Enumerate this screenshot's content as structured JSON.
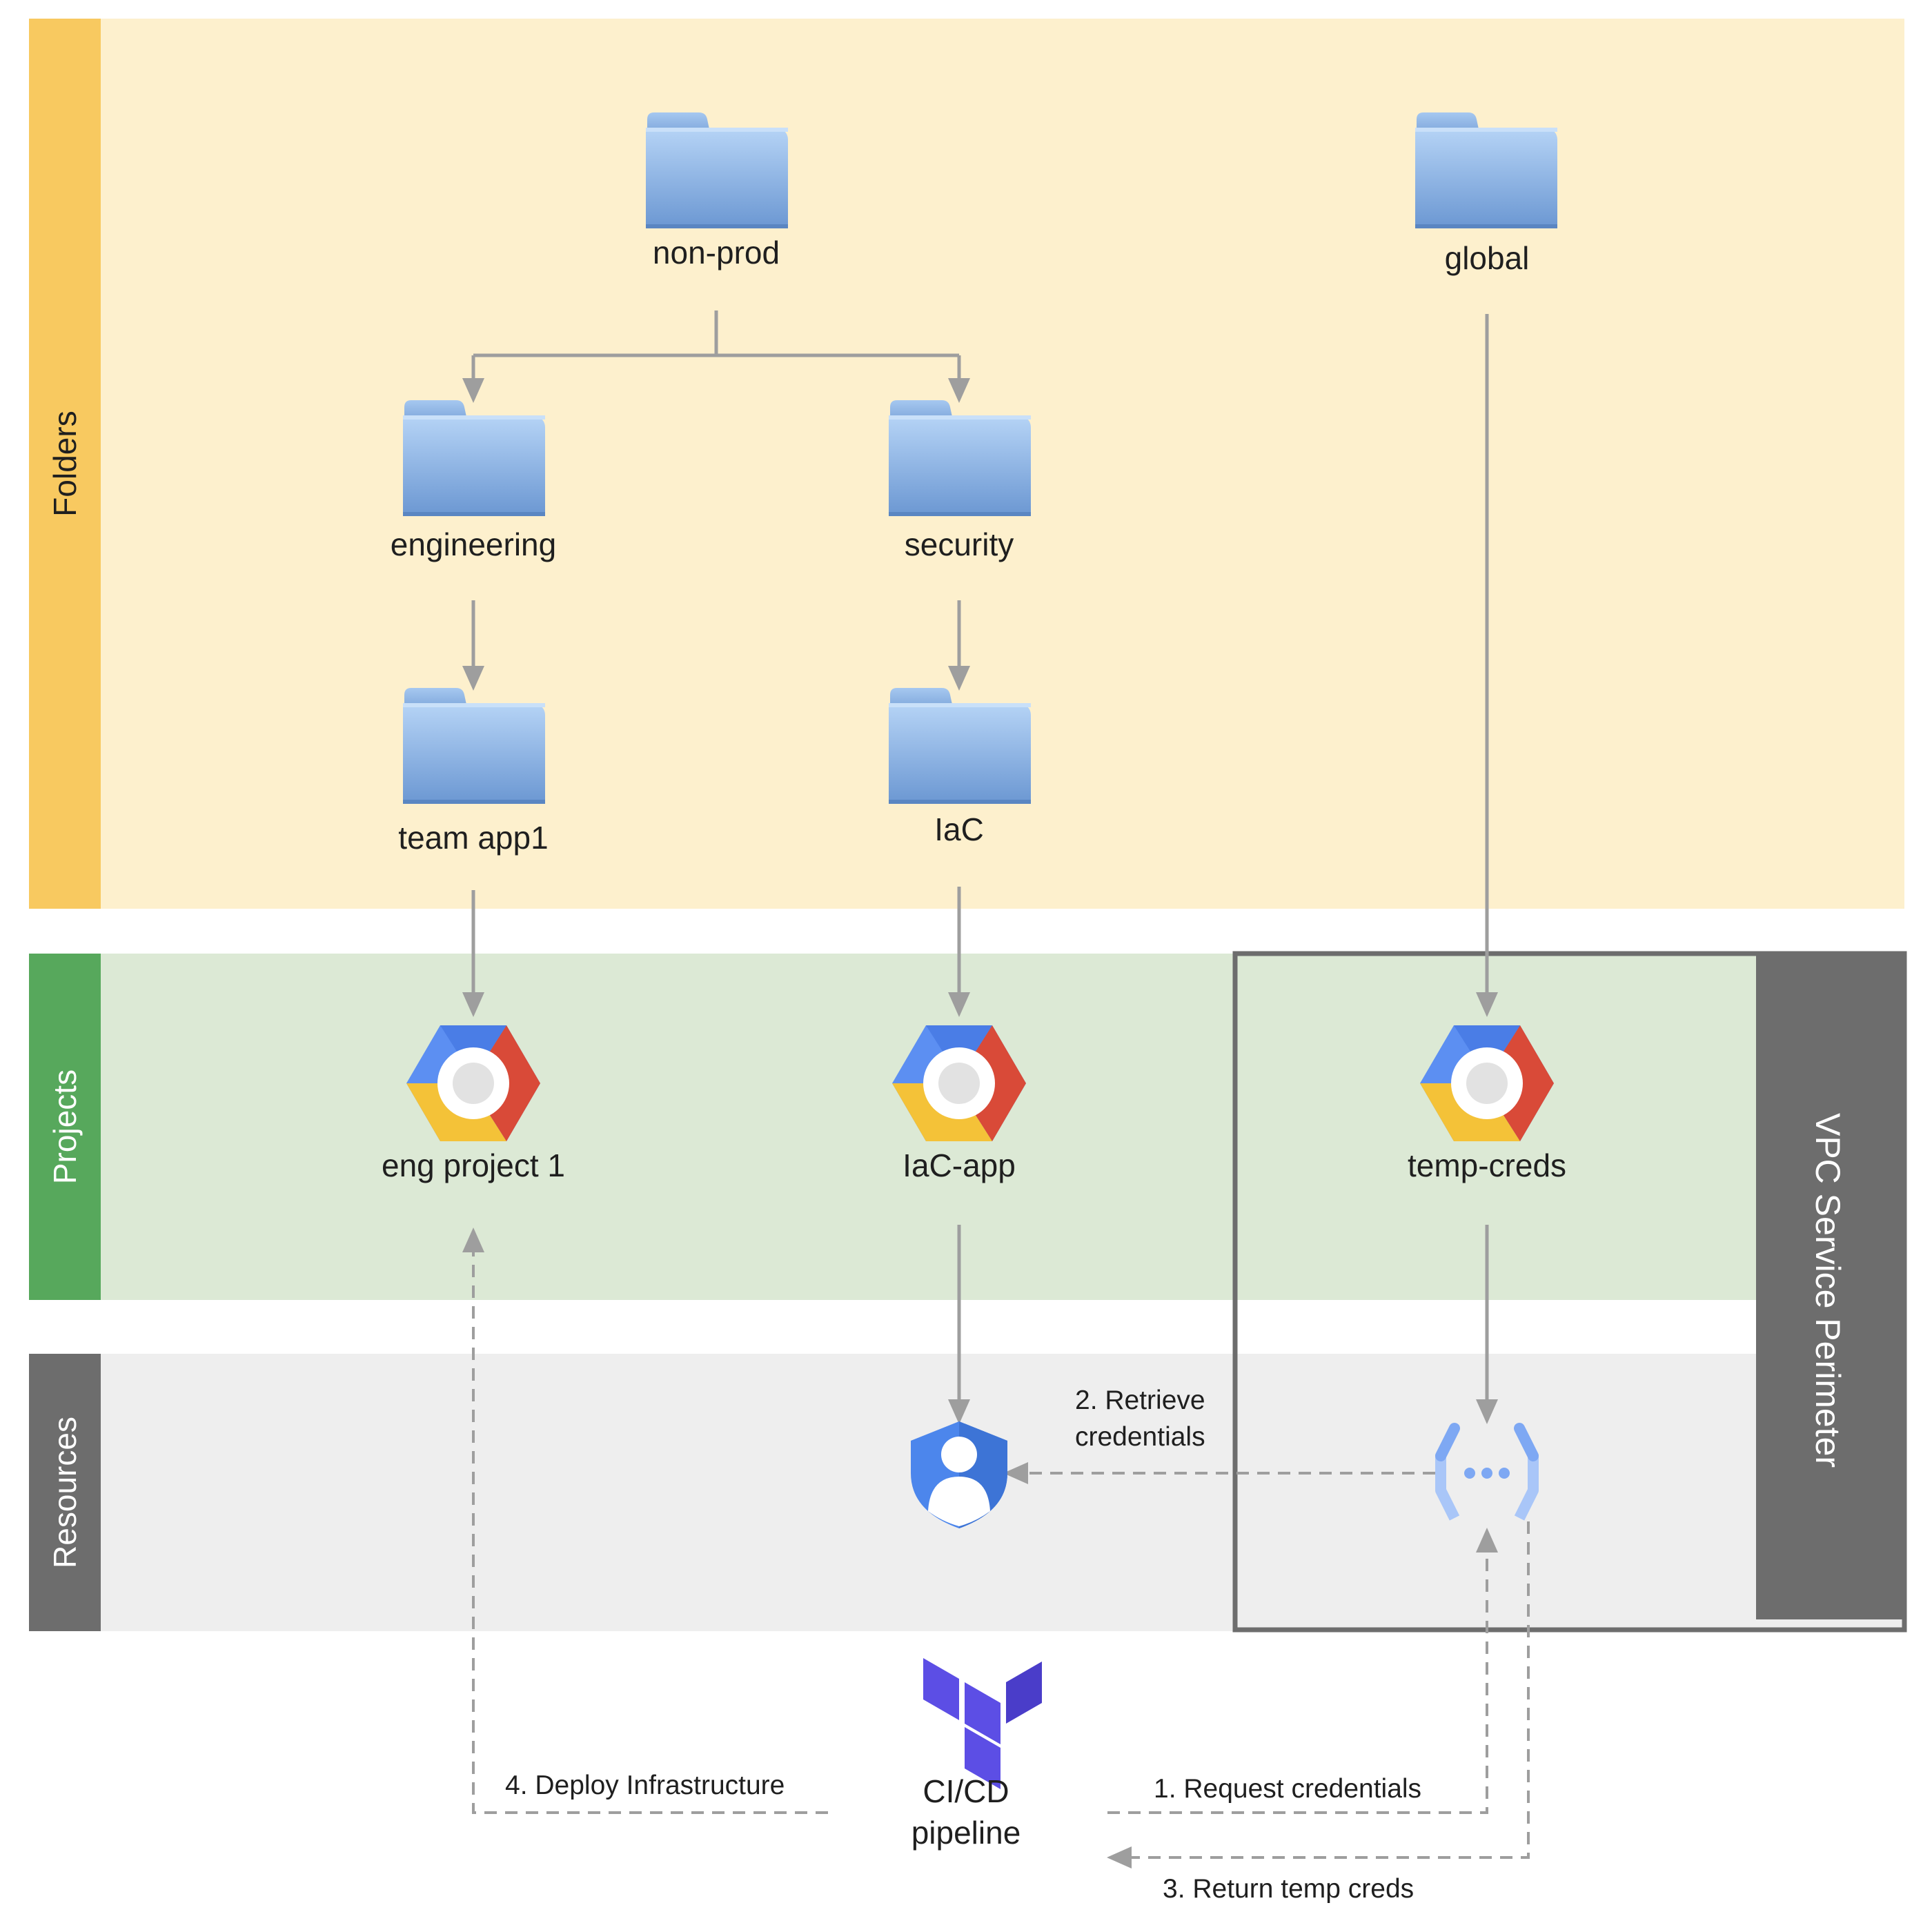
{
  "bands": {
    "folders": "Folders",
    "projects": "Projects",
    "resources": "Resources"
  },
  "perimeter": {
    "label": "VPC Service Perimeter"
  },
  "folders": {
    "non_prod": "non-prod",
    "global": "global",
    "engineering": "engineering",
    "security": "security",
    "team_app1": "team app1",
    "iac": "IaC"
  },
  "projects": {
    "eng_project_1": "eng project 1",
    "iac_app": "IaC-app",
    "temp_creds": "temp-creds"
  },
  "pipeline": {
    "line1": "CI/CD",
    "line2": "pipeline"
  },
  "steps": {
    "retrieve_line1": "2. Retrieve",
    "retrieve_line2": "credentials",
    "deploy": "4. Deploy Infrastructure",
    "request": "1. Request credentials",
    "return": "3. Return temp creds"
  },
  "colors": {
    "folders_band_bg": "#fdf0cd",
    "folders_band_tab": "#f8c960",
    "projects_band_bg": "#dce9d5",
    "projects_band_tab": "#57a85c",
    "resources_band_bg": "#eeeeee",
    "resources_band_tab": "#6d6d6d",
    "perimeter_border": "#6d6d6d",
    "arrow": "#9e9e9e",
    "folder_blue": "#6f9ed8",
    "gcp_blue": "#5c8ff2",
    "gcp_red": "#d94a38",
    "gcp_yellow": "#f4c238",
    "iam_blue": "#4c86ec",
    "secret_blue": "#a9c6f8",
    "terraform_purple": "#5c4ee5"
  }
}
